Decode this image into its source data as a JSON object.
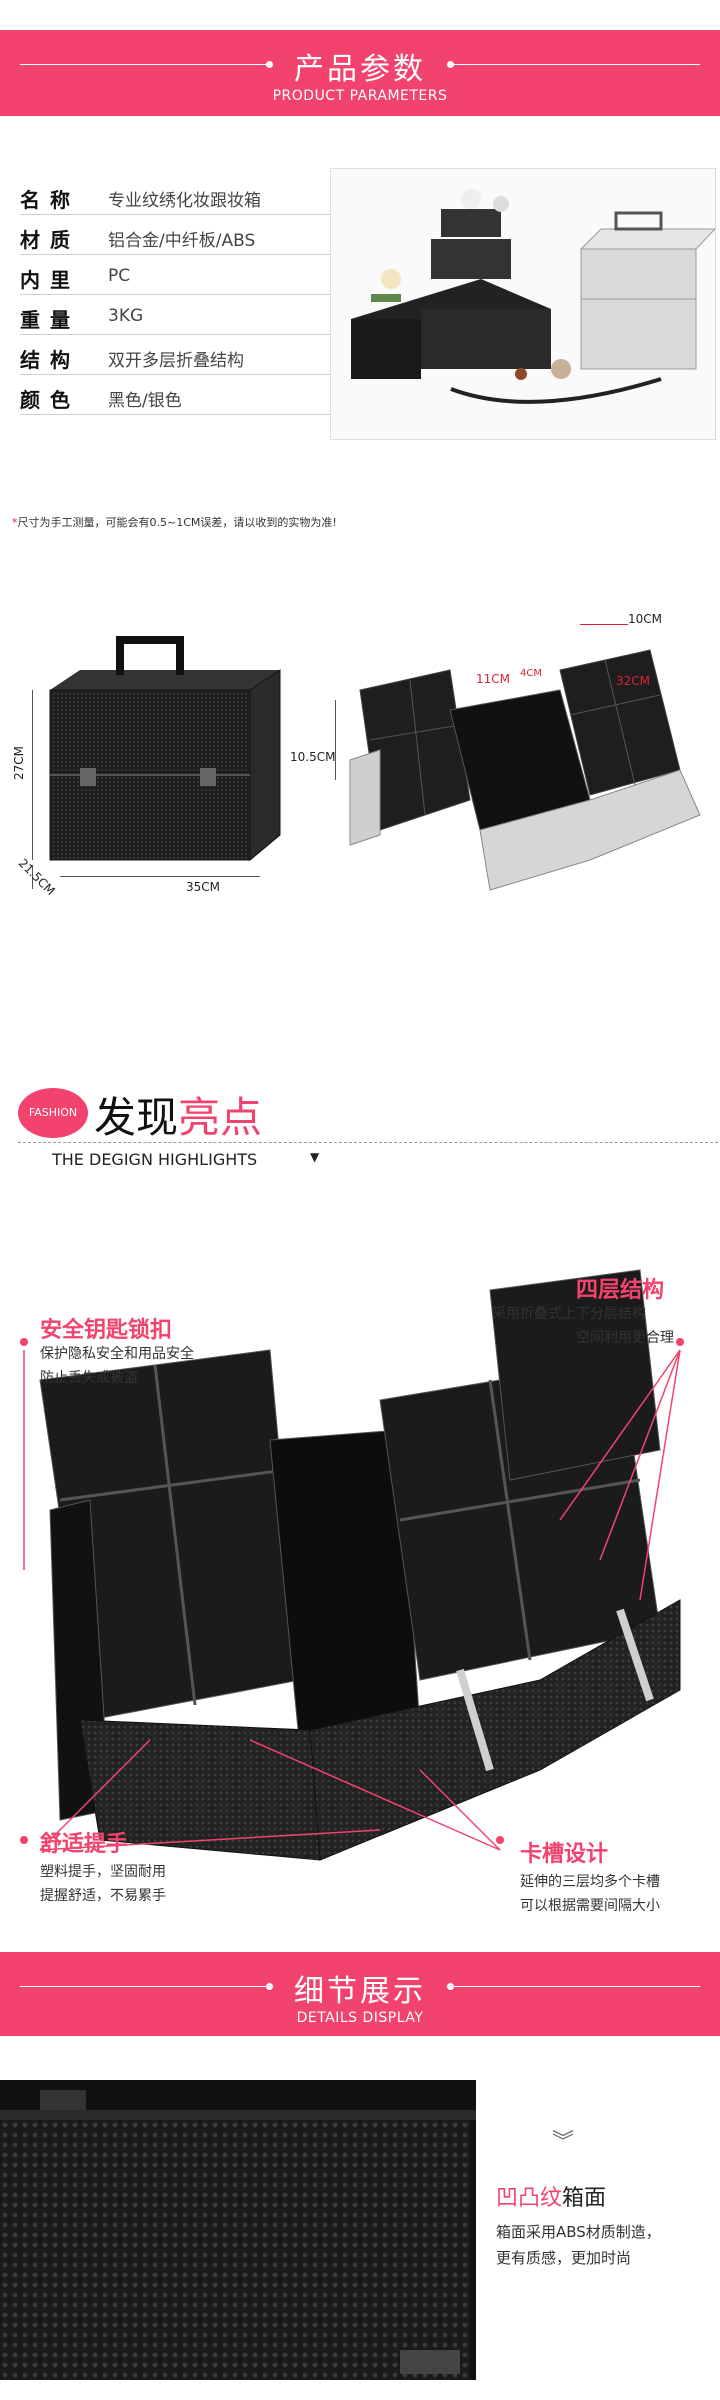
{
  "section1": {
    "title": "产品参数",
    "subtitle": "PRODUCT PARAMETERS"
  },
  "params": [
    {
      "label": "名称",
      "value": "专业纹绣化妆跟妆箱"
    },
    {
      "label": "材质",
      "value": "铝合金/中纤板/ABS"
    },
    {
      "label": "内里",
      "value": "PC"
    },
    {
      "label": "重量",
      "value": "3KG"
    },
    {
      "label": "结构",
      "value": "双开多层折叠结构"
    },
    {
      "label": "颜色",
      "value": "黑色/银色"
    }
  ],
  "note": {
    "star": "*",
    "text": "尺寸为手工测量，可能会有0.5~1CM误差，请以收到的实物为准!"
  },
  "dimensions": {
    "height": "27CM",
    "depth": "21.5CM",
    "width": "35CM",
    "tray_height": "10.5CM",
    "tray_width": "10CM",
    "tray_a": "11CM",
    "tray_b": "4CM",
    "tray_length": "32CM"
  },
  "section2": {
    "badge": "FASHION",
    "title_a": "发现",
    "title_b": "亮点",
    "subtitle": "THE DEGIGN HIGHLIGHTS"
  },
  "highlights": {
    "lock": {
      "title": "安全钥匙锁扣",
      "line1": "保护隐私安全和用品安全",
      "line2": "防止丢失或被盗"
    },
    "layers": {
      "title": "四层结构",
      "line1": "采用折叠式上下分层结构",
      "line2": "空间利用更合理"
    },
    "handle": {
      "title": "舒适提手",
      "line1": "塑料提手，坚固耐用",
      "line2": "提握舒适，不易累手"
    },
    "slot": {
      "title": "卡槽设计",
      "line1": "延伸的三层均多个卡槽",
      "line2": "可以根据需要间隔大小"
    }
  },
  "section3": {
    "title": "细节展示",
    "subtitle": "DETAILS DISPLAY"
  },
  "detail": {
    "title_a": "凹凸纹",
    "title_b": "箱面",
    "line1": "箱面采用ABS材质制造，",
    "line2": "更有质感，更加时尚"
  },
  "colors": {
    "accent": "#f2436f",
    "dark_case": "#222222",
    "silver": "#d6d6d6"
  }
}
